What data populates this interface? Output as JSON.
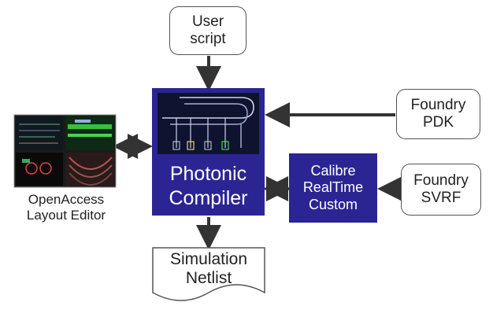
{
  "nodes": {
    "user_script": {
      "lines": [
        "User",
        "script"
      ]
    },
    "photonic_compiler": {
      "lines": [
        "Photonic",
        "Compiler"
      ]
    },
    "foundry_pdk": {
      "lines": [
        "Foundry",
        "PDK"
      ]
    },
    "calibre": {
      "lines": [
        "Calibre",
        "RealTime",
        "Custom"
      ]
    },
    "foundry_svrf": {
      "lines": [
        "Foundry",
        "SVRF"
      ]
    },
    "openaccess": {
      "lines": [
        "OpenAccess",
        "Layout Editor"
      ]
    },
    "simulation_netlist": {
      "lines": [
        "Simulation",
        "Netlist"
      ]
    }
  },
  "colors": {
    "compiler_fill": "#2b2593",
    "arrow": "#333333",
    "box_border": "#555555"
  }
}
